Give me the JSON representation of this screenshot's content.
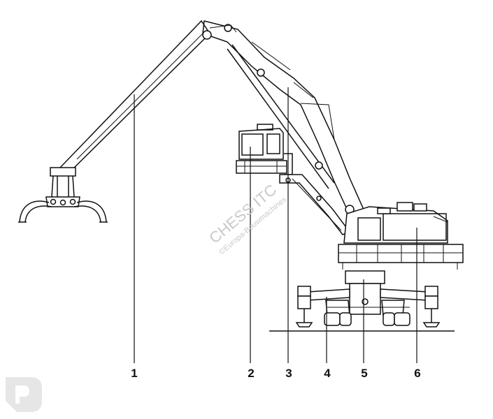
{
  "diagram": {
    "callouts": [
      {
        "id": "1",
        "label": "1"
      },
      {
        "id": "2",
        "label": "2"
      },
      {
        "id": "3",
        "label": "3"
      },
      {
        "id": "4",
        "label": "4"
      },
      {
        "id": "5",
        "label": "5"
      },
      {
        "id": "6",
        "label": "6"
      }
    ],
    "watermark": {
      "line1": "CHESS ITC",
      "line2": "©Europa-Bouwmachines"
    },
    "colors": {
      "stroke": "#111111",
      "watermark": "#c9c9c9",
      "logo": "#e6e6e6",
      "background": "#ffffff"
    }
  }
}
